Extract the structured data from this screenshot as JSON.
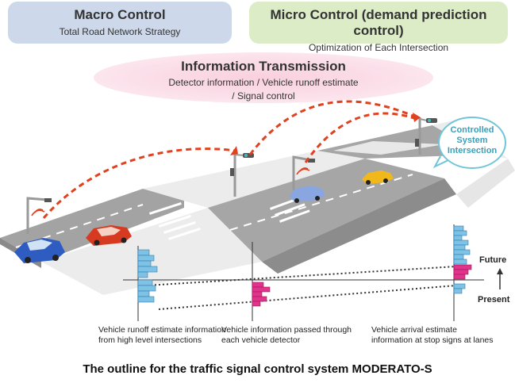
{
  "macro": {
    "title": "Macro Control",
    "subtitle": "Total Road Network Strategy"
  },
  "micro": {
    "title": "Micro Control (demand prediction control)",
    "subtitle": "Optimization of Each Intersection"
  },
  "info": {
    "title": "Information Transmission",
    "line1": "Detector information / Vehicle runoff estimate",
    "line2": "/ Signal control"
  },
  "controlled": {
    "line1": "Controlled",
    "line2": "System",
    "line3": "Intersection"
  },
  "time_axis": {
    "future": "Future",
    "present": "Present"
  },
  "captions": {
    "left1": "Vehicle runoff estimate information",
    "left2": "from high level intersections",
    "mid1": "Vehicle information passed through",
    "mid2": "each vehicle detector",
    "right1": "Vehicle arrival estimate",
    "right2": "information at stop signs at lanes"
  },
  "footer": "The outline for the traffic signal control system MODERATO-S",
  "colors": {
    "bar_blue": "#7ec2e6",
    "bar_magenta": "#e0358a",
    "arrow_red": "#e0411e",
    "road": "#9a9a9a"
  }
}
